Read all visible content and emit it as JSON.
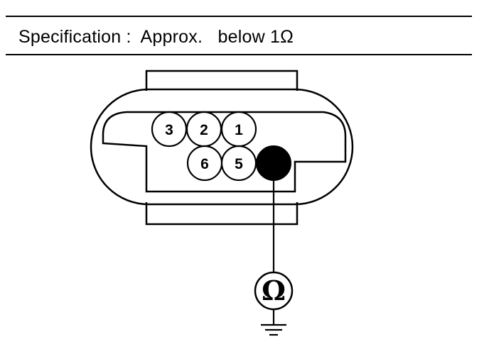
{
  "specification": {
    "text": "Specification :  Approx.   below 1Ω"
  },
  "connector": {
    "pins": [
      {
        "id": "3",
        "label": "3",
        "filled": false
      },
      {
        "id": "2",
        "label": "2",
        "filled": false
      },
      {
        "id": "1",
        "label": "1",
        "filled": false
      },
      {
        "id": "6",
        "label": "6",
        "filled": false
      },
      {
        "id": "5",
        "label": "5",
        "filled": false
      },
      {
        "id": "4",
        "label": "",
        "filled": true
      }
    ]
  },
  "meter": {
    "symbol": "Ω"
  },
  "colors": {
    "line": "#000000",
    "background": "#ffffff"
  }
}
